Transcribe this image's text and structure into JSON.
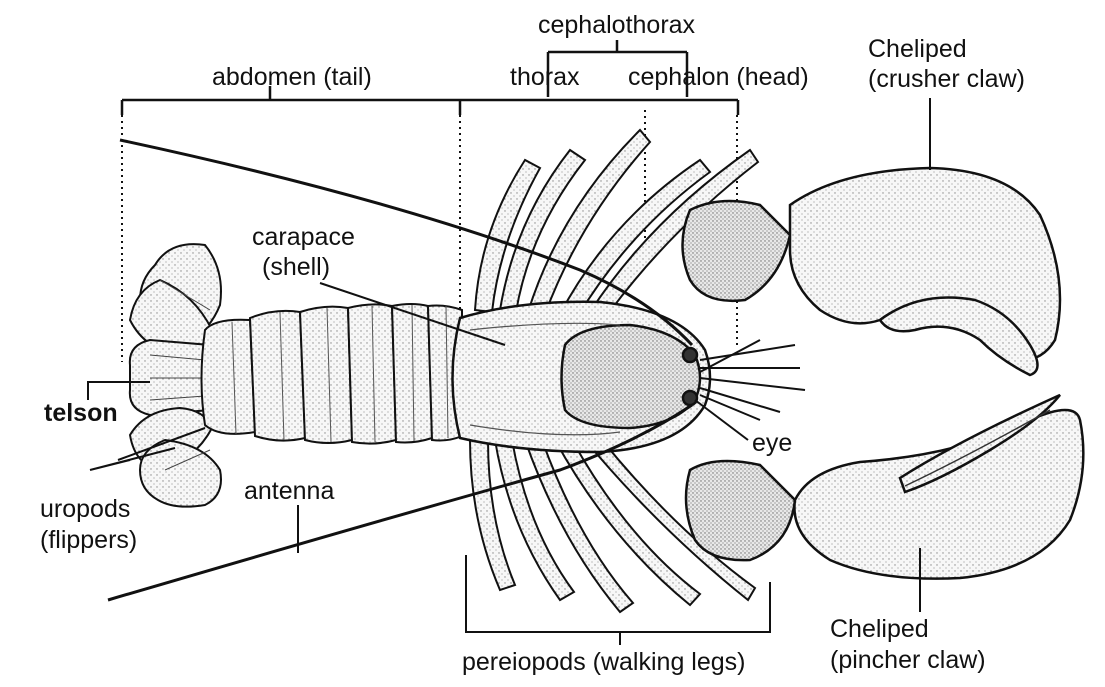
{
  "diagram": {
    "labels": {
      "cephalothorax": "cephalothorax",
      "abdomen": "abdomen (tail)",
      "thorax": "thorax",
      "cephalon": "cephalon (head)",
      "cheliped_crusher_line1": "Cheliped",
      "cheliped_crusher_line2": "(crusher claw)",
      "carapace_line1": "carapace",
      "carapace_line2": "(shell)",
      "telson": "telson",
      "uropods_line1": "uropods",
      "uropods_line2": "(flippers)",
      "antenna": "antenna",
      "eye": "eye",
      "cheliped_pincher_line1": "Cheliped",
      "cheliped_pincher_line2": "(pincher claw)",
      "pereiopods": "pereiopods (walking legs)"
    },
    "colors": {
      "ink": "#111111",
      "shell_fill": "#f4f4f4",
      "shade": "#cfcfcf"
    }
  }
}
